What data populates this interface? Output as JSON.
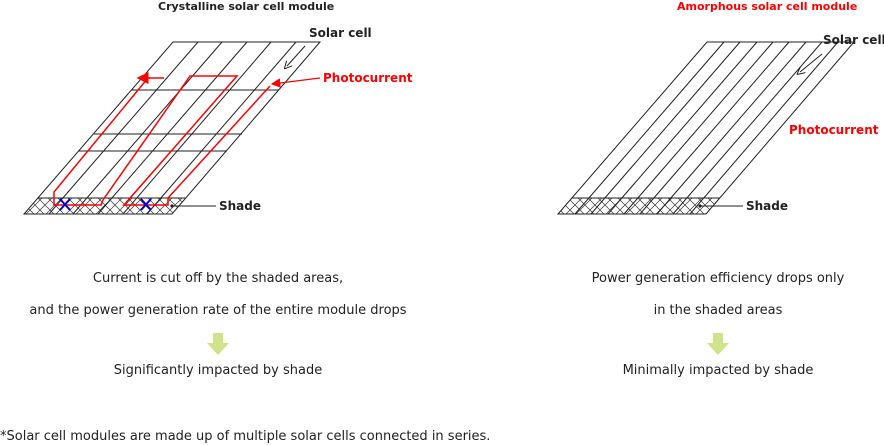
{
  "left": {
    "title": "Crystalline solar cell module",
    "cell_label": "Solar cell",
    "current_label": "Photocurrent",
    "shade_label": "Shade",
    "desc_line1": "Current is cut off by the shaded areas,",
    "desc_line2": "and the power generation rate of the entire module drops",
    "result": "Significantly impacted by shade"
  },
  "right": {
    "title": "Amorphous solar cell module",
    "cell_label": "Solar cell",
    "current_label": "Photocurrent",
    "shade_label": "Shade",
    "desc_line1": "Power generation efficiency drops only",
    "desc_line2": "in the shaded areas",
    "result": "Minimally impacted by shade"
  },
  "footnote": "*Solar cell modules are made up of multiple solar cells connected in series.",
  "colors": {
    "title_left": "#222222",
    "title_right": "#ff0000",
    "photocurrent": "#ff0000",
    "cut_marker": "#0000cc",
    "down_arrow": "#cfe38a"
  }
}
